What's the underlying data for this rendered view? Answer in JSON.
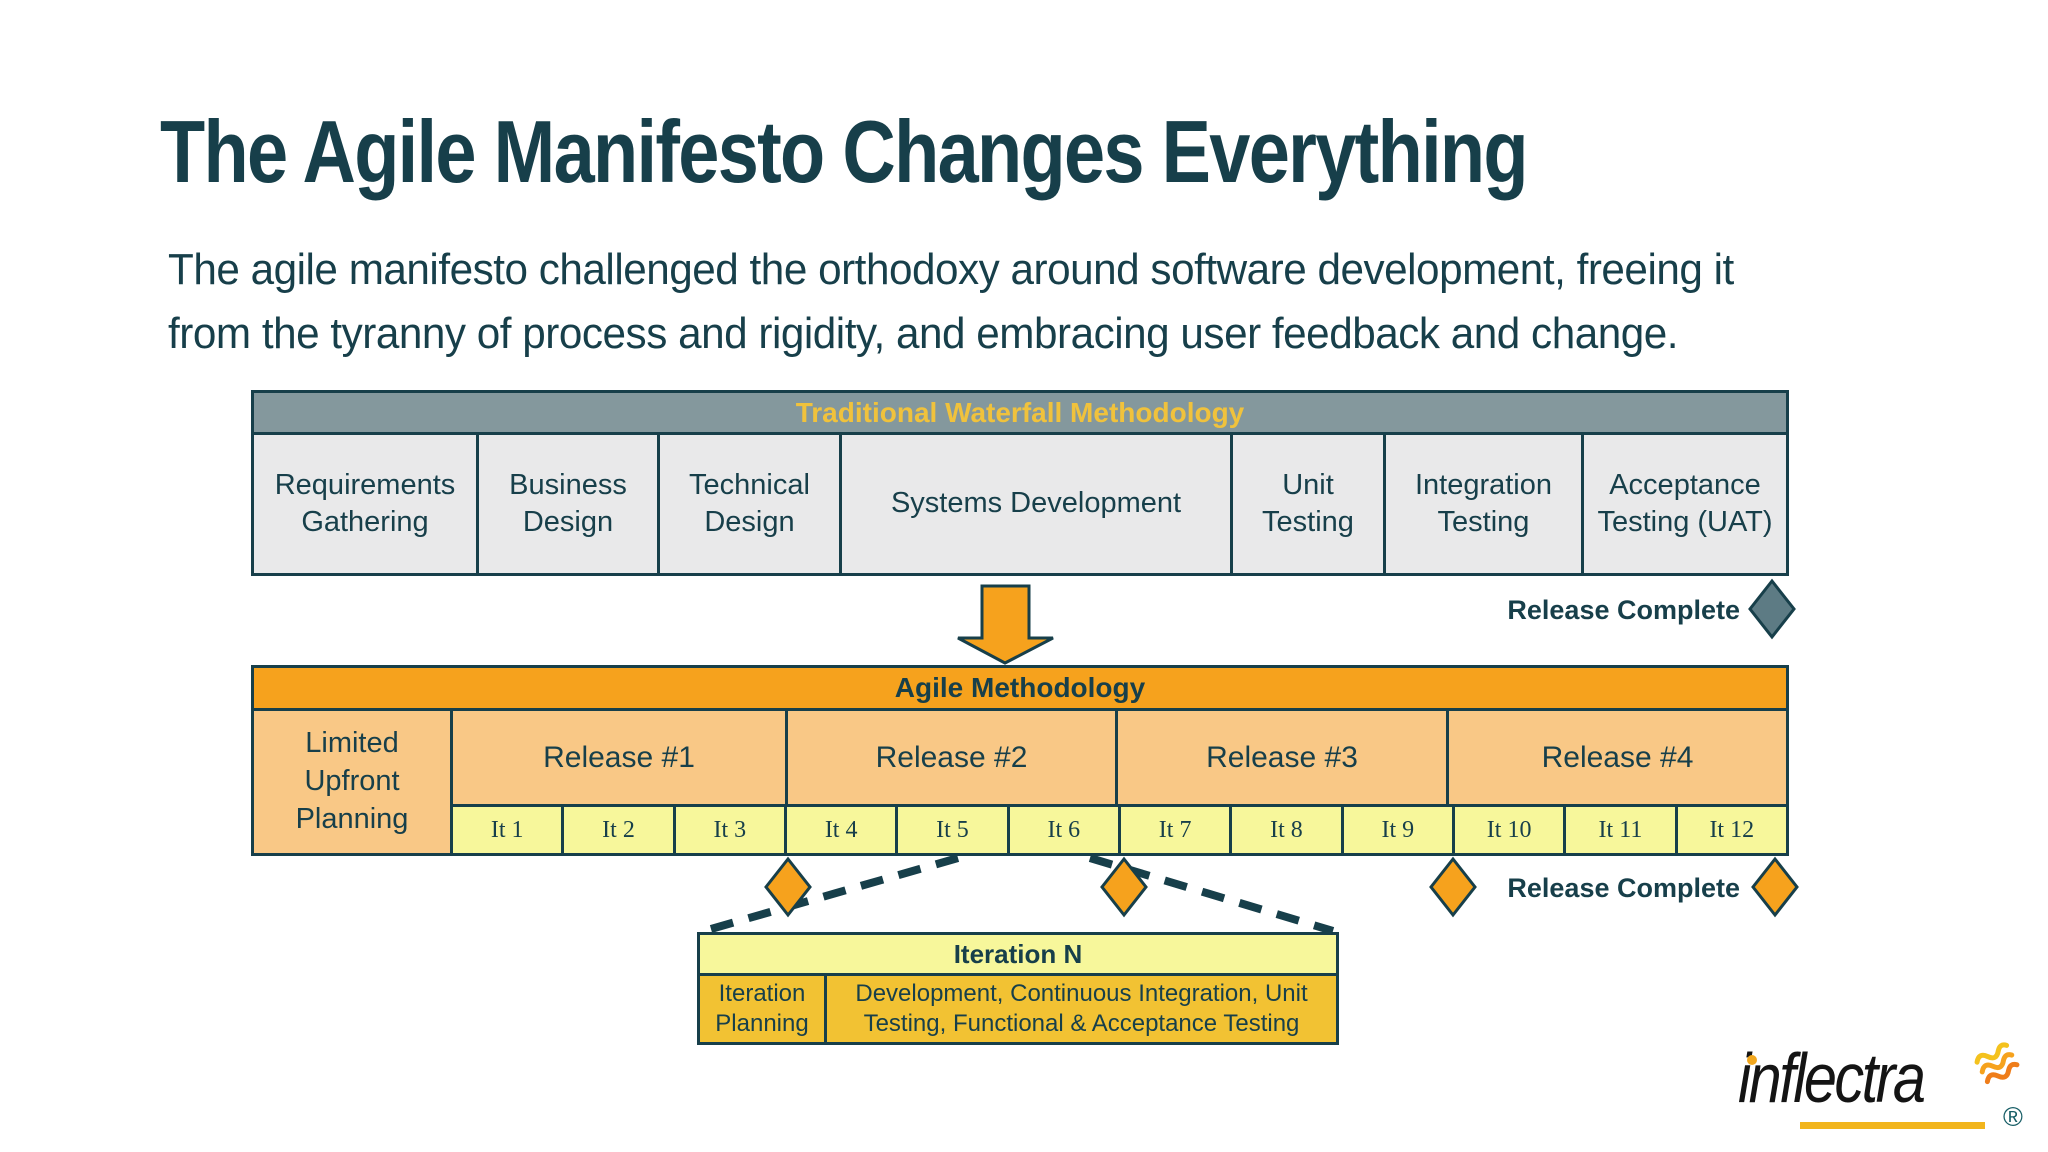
{
  "page": {
    "title": "The Agile Manifesto Changes Everything",
    "subtitle_line1": "The agile manifesto challenged the orthodoxy around software development, freeing it",
    "subtitle_line2": "from the tyranny of process and rigidity, and embracing user feedback and change."
  },
  "waterfall": {
    "header": "Traditional Waterfall Methodology",
    "phases": [
      "Requirements Gathering",
      "Business Design",
      "Technical Design",
      "Systems Development",
      "Unit Testing",
      "Integration Testing",
      "Acceptance Testing (UAT)"
    ],
    "release_complete_label": "Release Complete"
  },
  "agile": {
    "header": "Agile Methodology",
    "planning_label": "Limited Upfront Planning",
    "releases": [
      "Release #1",
      "Release #2",
      "Release #3",
      "Release #4"
    ],
    "iterations": [
      "It 1",
      "It 2",
      "It 3",
      "It 4",
      "It 5",
      "It 6",
      "It 7",
      "It 8",
      "It 9",
      "It 10",
      "It 11",
      "It 12"
    ],
    "release_complete_label": "Release Complete"
  },
  "iteration_detail": {
    "header": "Iteration N",
    "planning": "Iteration Planning",
    "activities": "Development, Continuous Integration, Unit Testing, Functional & Acceptance Testing"
  },
  "logo": {
    "brand": "inflectra",
    "registered": "®"
  },
  "colors": {
    "dark_teal": "#173f4a",
    "waterfall_header_gray": "#84989d",
    "waterfall_header_text_yellow": "#f0c23c",
    "waterfall_cell_gray": "#e9e9ea",
    "agile_orange": "#f6a21d",
    "release_peach": "#f9c886",
    "iteration_yellow": "#f7f79b",
    "iteration_body_gold": "#f2c233",
    "waterfall_diamond_gray": "#5d7b84",
    "logo_underline_gold": "#f2b51d"
  }
}
